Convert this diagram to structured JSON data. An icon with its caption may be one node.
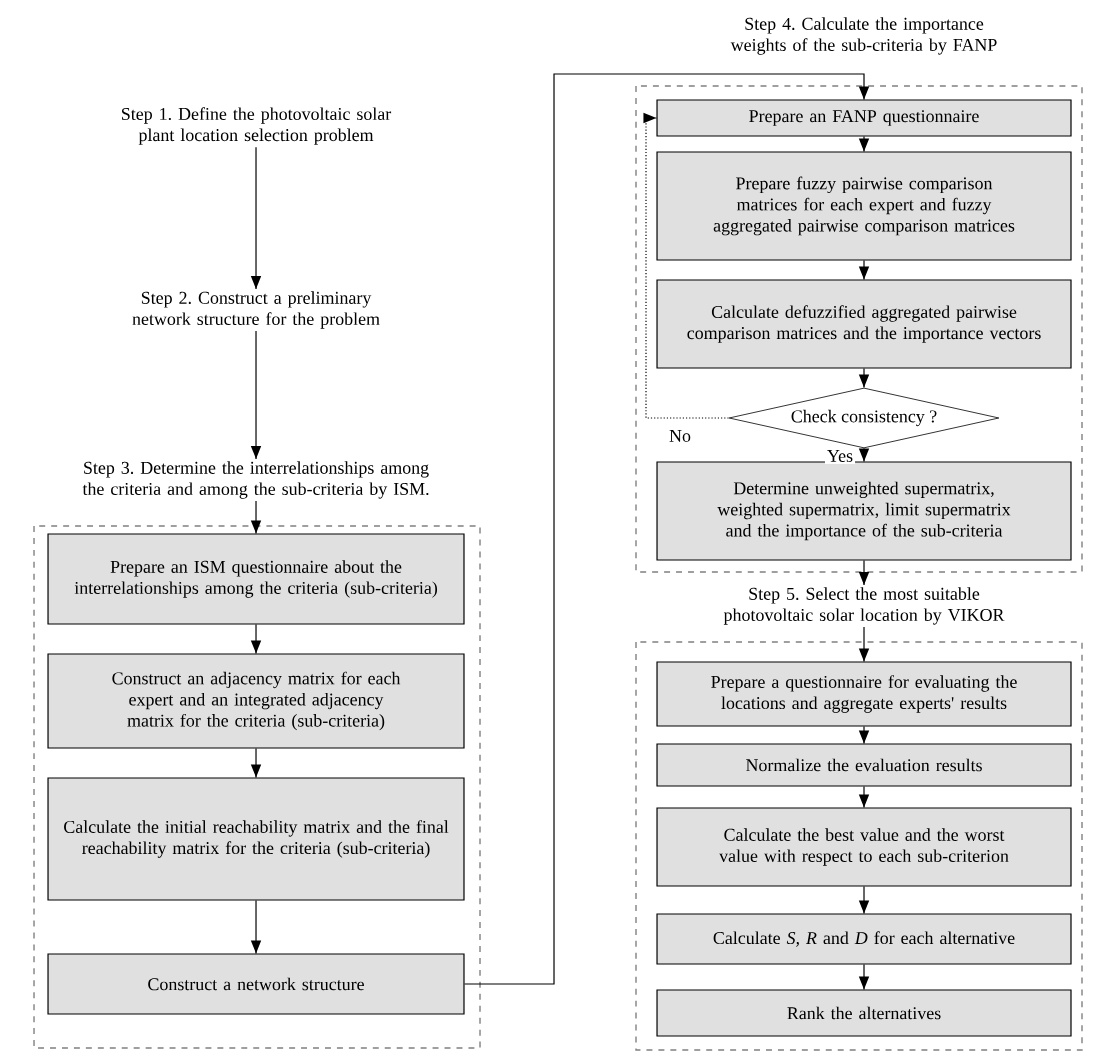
{
  "diagram": {
    "nodes": [
      {
        "text": [
          "Step 1. Define the photovoltaic solar plant location selection problem"
        ]
      },
      {
        "text": [
          "Step 2. Construct a preliminary network structure for the problem"
        ]
      },
      {
        "text": [
          "Step 3. Determine the interrelationships among the criteria and among the sub-criteria by ISM."
        ]
      },
      {
        "text": [
          "Prepare an ISM questionnaire about the interrelationships among the criteria (sub-criteria)"
        ],
        "in": 2
      },
      {
        "text": [
          "Construct an adjacency matrix for each expert and an integrated adjacency matrix for the criteria (sub-criteria)"
        ],
        "in": 2
      },
      {
        "text": [
          "Calculate the initial reachability matrix and the final reachability matrix for the criteria (sub-criteria)"
        ],
        "in": 2
      },
      {
        "text": [
          "Construct a network structure"
        ],
        "in": 2
      },
      {
        "text": [
          "Step 4. Calculate the importance weights of the sub-criteria by FANP"
        ]
      },
      {
        "text": [
          "Prepare an FANP questionnaire"
        ],
        "in": 7
      },
      {
        "text": [
          "Prepare fuzzy pairwise comparison matrices for each expert and fuzzy aggregated pairwise comparison matrices"
        ],
        "in": 7
      },
      {
        "text": [
          "Calculate defuzzified aggregated pairwise comparison matrices and the importance vectors"
        ],
        "in": 7
      },
      {
        "text": [
          "Check consistency ?"
        ],
        "in": 7
      },
      {
        "text": [
          "Determine unweighted supermatrix, weighted supermatrix, limit supermatrix and the importance of the sub-criteria"
        ],
        "in": 7
      },
      {
        "text": [
          "Step 5. Select the most suitable photovoltaic solar location by VIKOR"
        ]
      },
      {
        "text": [
          "Prepare a questionnaire for evaluating the locations and aggregate experts' results"
        ],
        "in": 13
      },
      {
        "text": [
          "Normalize the evaluation results"
        ],
        "in": 13
      },
      {
        "text": [
          "Calculate the best value and the worst value with respect to each sub-criterion"
        ],
        "in": 13
      },
      {
        "text": [
          "Calculate *S, R* and *D* for each alternative"
        ],
        "in": 13
      },
      {
        "text": [
          "Rank the alternatives"
        ],
        "in": 13
      }
    ],
    "edges": [
      {
        "from": 0,
        "to": 1,
        "arrow": "to"
      },
      {
        "from": 1,
        "to": 2,
        "arrow": "to"
      },
      {
        "from": 2,
        "to": 3,
        "arrow": "to"
      },
      {
        "from": 3,
        "to": 4,
        "arrow": "to"
      },
      {
        "from": 4,
        "to": 5,
        "arrow": "to"
      },
      {
        "from": 5,
        "to": 6,
        "arrow": "to"
      },
      {
        "from": 6,
        "to": 8,
        "arrow": "to"
      },
      {
        "from": 8,
        "to": 9,
        "arrow": "to"
      },
      {
        "from": 9,
        "to": 10,
        "arrow": "to"
      },
      {
        "from": 10,
        "to": 11,
        "arrow": "to"
      },
      {
        "from": 11,
        "to": 12,
        "arrow": "to",
        "label": "Yes"
      },
      {
        "from": 11,
        "to": 8,
        "arrow": "to",
        "label": "No",
        "style": "dashed"
      },
      {
        "from": 12,
        "to": 13,
        "arrow": "to"
      },
      {
        "from": 13,
        "to": 14,
        "arrow": "to"
      },
      {
        "from": 14,
        "to": 15,
        "arrow": "to"
      },
      {
        "from": 15,
        "to": 16,
        "arrow": "to"
      },
      {
        "from": 16,
        "to": 17,
        "arrow": "to"
      },
      {
        "from": 17,
        "to": 18,
        "arrow": "to"
      }
    ]
  }
}
